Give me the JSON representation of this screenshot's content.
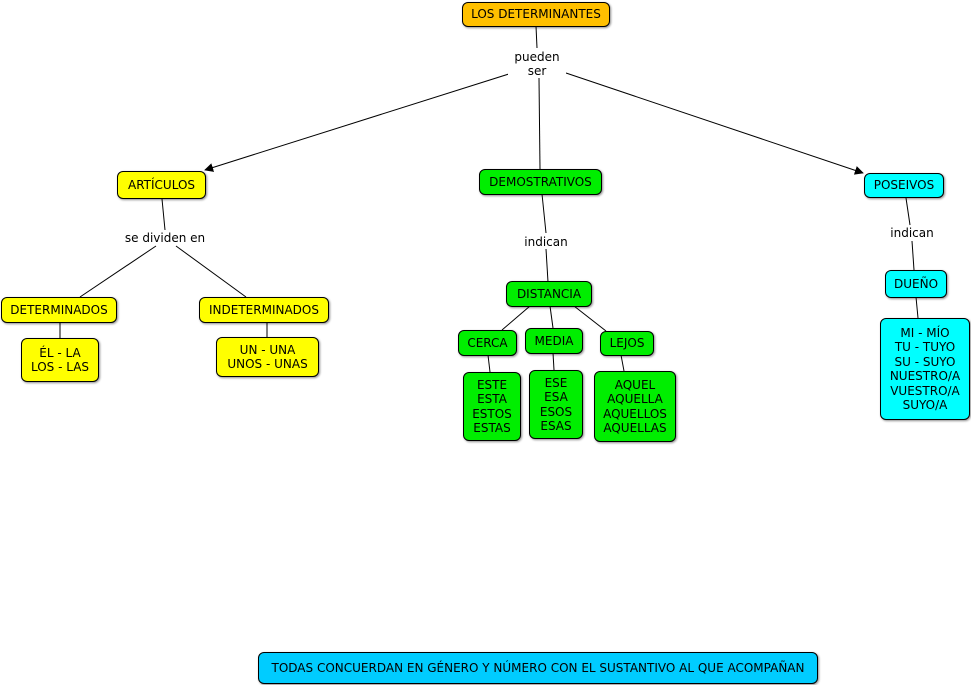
{
  "colors": {
    "title": "#ffc000",
    "articulos": "#ffff00",
    "demostrativos": "#00ee00",
    "posesivos": "#00ffff",
    "footer": "#00ccff",
    "line": "#000000"
  },
  "nodes": {
    "root": "LOS DETERMINANTES",
    "articulos": "ARTÍCULOS",
    "demostrativos": "DEMOSTRATIVOS",
    "posesivos": "POSEIVOS",
    "determinados": "DETERMINADOS",
    "indeterminados": "INDETERMINADOS",
    "determinados_list": "ÉL - LA\nLOS - LAS",
    "indeterminados_list": "UN - UNA\nUNOS - UNAS",
    "distancia": "DISTANCIA",
    "cerca": "CERCA",
    "media": "MEDIA",
    "lejos": "LEJOS",
    "cerca_list": "ESTE\nESTA\nESTOS\nESTAS",
    "media_list": "ESE\nESA\nESOS\nESAS",
    "lejos_list": "AQUEL\nAQUELLA\nAQUELLOS\nAQUELLAS",
    "dueno": "DUEÑO",
    "posesivos_list": "MI - MÍO\nTU - TUYO\nSU - SUYO\nNUESTRO/A\nVUESTRO/A\nSUYO/A",
    "footer": "TODAS CONCUERDAN EN GÉNERO Y NÚMERO CON EL SUSTANTIVO AL QUE ACOMPAÑAN"
  },
  "links": {
    "pueden_ser": "pueden\nser",
    "se_dividen_en": "se dividen en",
    "indican_demostrativos": "indican",
    "indican_posesivos": "indican"
  }
}
